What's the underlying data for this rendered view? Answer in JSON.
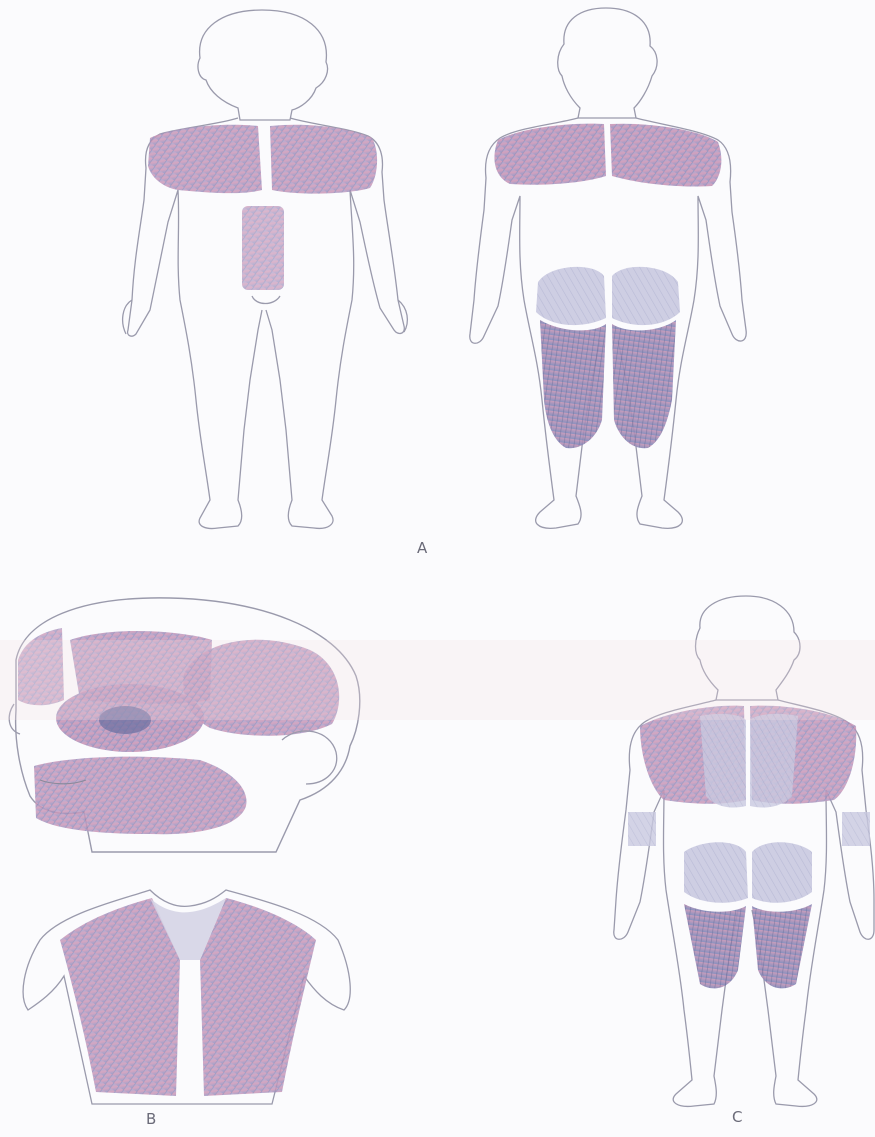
{
  "figure": {
    "panels": [
      {
        "id": "A",
        "label": "A"
      },
      {
        "id": "B",
        "label": "B"
      },
      {
        "id": "C",
        "label": "C"
      }
    ],
    "scale_text": "",
    "colors": {
      "outline": "#8f8fa0",
      "muscle_blue": "#8f97c8",
      "muscle_pink": "#d79cb5",
      "muscle_dark": "#5d6692",
      "paper": "#fbfbfd"
    }
  }
}
